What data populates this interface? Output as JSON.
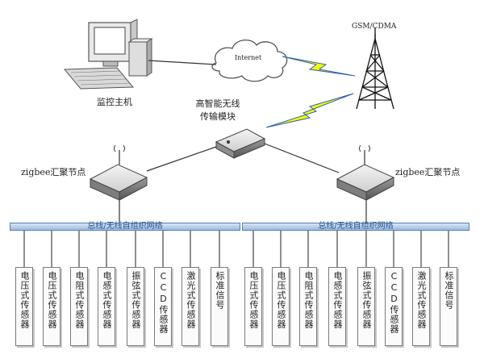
{
  "monitor_host": "监控主机",
  "internet": "Internet",
  "gsm": "GSM/CDMA",
  "wireless_module": [
    "高智能无线",
    "传输模块"
  ],
  "left_node": "zigbee汇聚节点",
  "right_node": "zigbee汇聚节点",
  "left_bus": "总线/无线自组织网络",
  "right_bus": "总线/无线自组织网络",
  "left_sensors": [
    "电压式传感器",
    "电压式传感器",
    "电阻式传感器",
    "电感式传感器",
    "振弦式传感器",
    "CCD传感器",
    "激光式传感器",
    "标准信号"
  ],
  "right_sensors": [
    "电压式传感器",
    "电压式传感器",
    "电阻式传感器",
    "电感式传感器",
    "振弦式传感器",
    "CCD传感器",
    "激光式传感器",
    "标准信号"
  ]
}
